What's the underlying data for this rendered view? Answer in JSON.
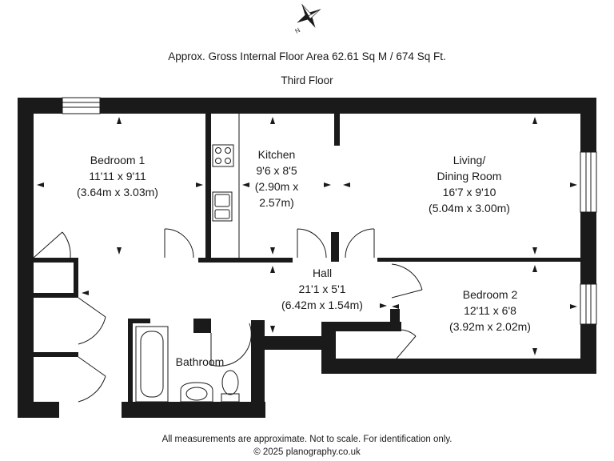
{
  "header": {
    "area_text": "Approx. Gross Internal Floor Area 62.61 Sq M / 674 Sq Ft.",
    "floor_text": "Third Floor"
  },
  "rooms": {
    "bedroom1": {
      "name": "Bedroom 1",
      "imperial": "11'11 x 9'11",
      "metric": "(3.64m x 3.03m)"
    },
    "kitchen": {
      "name": "Kitchen",
      "imperial": "9'6 x 8'5",
      "metric_1": "(2.90m x",
      "metric_2": "2.57m)"
    },
    "living": {
      "name_1": "Living/",
      "name_2": "Dining Room",
      "imperial": "16'7 x 9'10",
      "metric": "(5.04m x 3.00m)"
    },
    "hall": {
      "name": "Hall",
      "imperial": "21'1 x 5'1",
      "metric": "(6.42m x 1.54m)"
    },
    "bedroom2": {
      "name": "Bedroom 2",
      "imperial": "12'11 x 6'8",
      "metric": "(3.92m x 2.02m)"
    },
    "bathroom": {
      "name": "Bathroom"
    }
  },
  "footer": {
    "disclaimer": "All measurements are approximate. Not to scale. For identification only.",
    "copyright": "© 2025 planography.co.uk"
  },
  "icons": {
    "compass": "north-compass-icon"
  },
  "colors": {
    "wall": "#1a1a1a",
    "background": "#ffffff"
  }
}
